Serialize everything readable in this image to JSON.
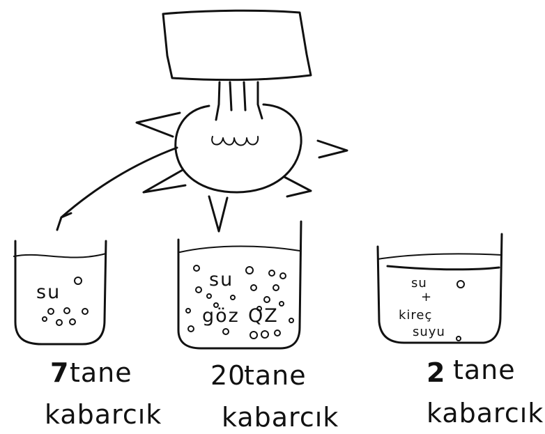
{
  "colors": {
    "ink": "#111111",
    "paper": "#ffffff"
  },
  "icons": {
    "lamp": "lamp-icon",
    "filament": "filament-icon"
  },
  "beakers": [
    {
      "contents": "su",
      "caption_count": "7",
      "caption_word": "tane",
      "caption_line2": "kabarcık"
    },
    {
      "contents_line1": "su",
      "contents_line2": "göz",
      "contents_line3": "QZ",
      "caption_count": "20",
      "caption_word": "tane",
      "caption_line2": "kabarcık"
    },
    {
      "contents_line1": "su",
      "contents_line2": "+",
      "contents_line3": "kireç",
      "contents_line4": "suyu",
      "caption_count": "2",
      "caption_word": "tane",
      "caption_line2": "kabarcık"
    }
  ]
}
